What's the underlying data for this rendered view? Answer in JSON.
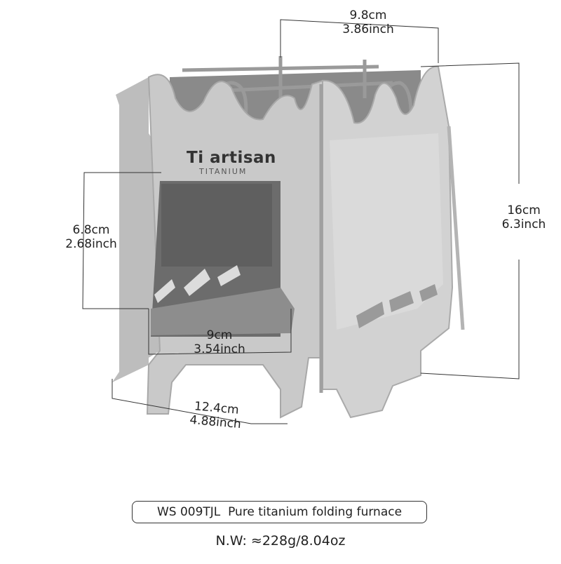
{
  "dimensions": {
    "top": {
      "cm": "9.8cm",
      "inch": "3.86inch"
    },
    "height": {
      "cm": "16cm",
      "inch": "6.3inch"
    },
    "opening": {
      "cm": "6.8cm",
      "inch": "2.68inch"
    },
    "inner_width": {
      "cm": "9cm",
      "inch": "3.54inch"
    },
    "base_width": {
      "cm": "12.4cm",
      "inch": "4.88inch"
    }
  },
  "brand": {
    "name": "Ti artisan",
    "sub": "TITANIUM"
  },
  "caption": {
    "model": "WS 009TJL",
    "description": "Pure titanium folding furnace"
  },
  "weight": {
    "label": "N.W:",
    "value": "≈228g/8.04oz"
  },
  "colors": {
    "metal_light": "#c8c8c8",
    "metal_shade": "#b0b0b0",
    "metal_dark": "#707070",
    "interior": "#6f6f6f",
    "line": "#333333"
  }
}
